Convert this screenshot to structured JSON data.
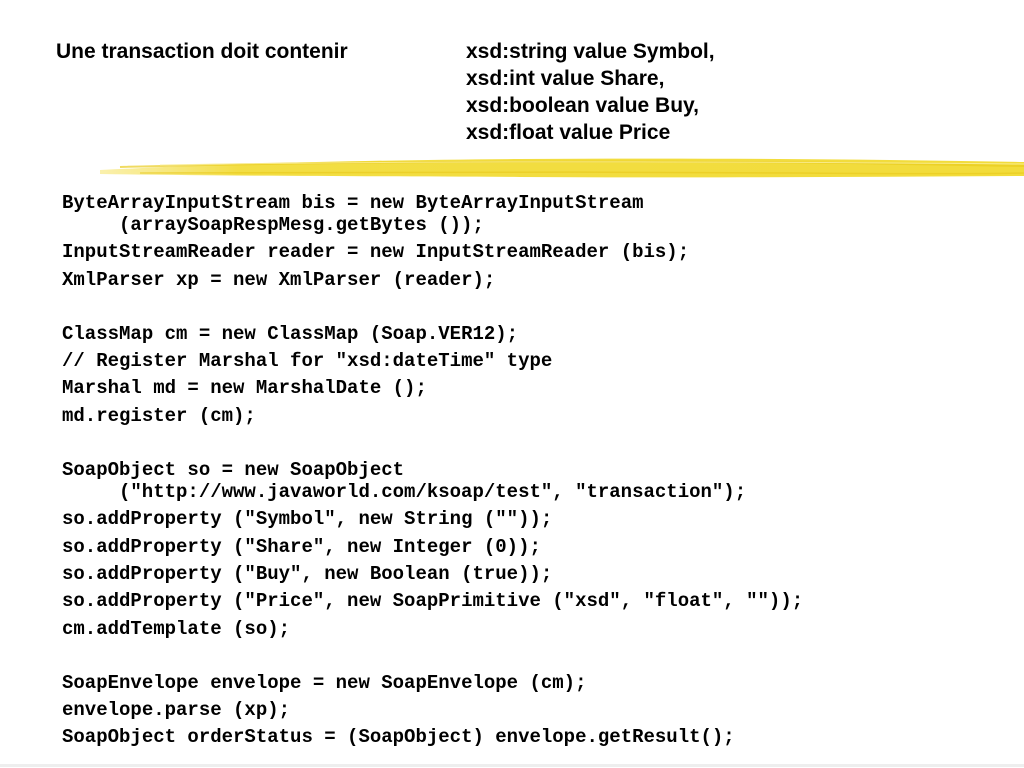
{
  "slide": {
    "title_left": "Une transaction doit contenir",
    "title_right": [
      "xsd:string value Symbol,",
      "xsd:int value Share,",
      "xsd:boolean value Buy,",
      "xsd:float value Price"
    ],
    "accent_color": "#f2dc3a"
  },
  "code": {
    "b1": {
      "l1": "ByteArrayInputStream bis = new ByteArrayInputStream",
      "l1c": "(arraySoapRespMesg.getBytes ());",
      "l2": "InputStreamReader reader = new InputStreamReader (bis);",
      "l3": "XmlParser xp = new XmlParser (reader);"
    },
    "b2": {
      "l1": "ClassMap cm = new ClassMap (Soap.VER12);",
      "l2": "// Register Marshal for \"xsd:dateTime\" type",
      "l3": "Marshal md = new MarshalDate ();",
      "l4": "md.register (cm);"
    },
    "b3": {
      "l1": "SoapObject so = new SoapObject",
      "l1c": "(\"http://www.javaworld.com/ksoap/test\", \"transaction\");",
      "l2": "so.addProperty (\"Symbol\", new String (\"\"));",
      "l3": "so.addProperty (\"Share\", new Integer (0));",
      "l4": "so.addProperty (\"Buy\", new Boolean (true));",
      "l5": "so.addProperty (\"Price\", new SoapPrimitive (\"xsd\", \"float\", \"\"));",
      "l6": "cm.addTemplate (so);"
    },
    "b4": {
      "l1": "SoapEnvelope envelope = new SoapEnvelope (cm);",
      "l2": "envelope.parse (xp);",
      "l3": "SoapObject orderStatus = (SoapObject) envelope.getResult();"
    }
  }
}
